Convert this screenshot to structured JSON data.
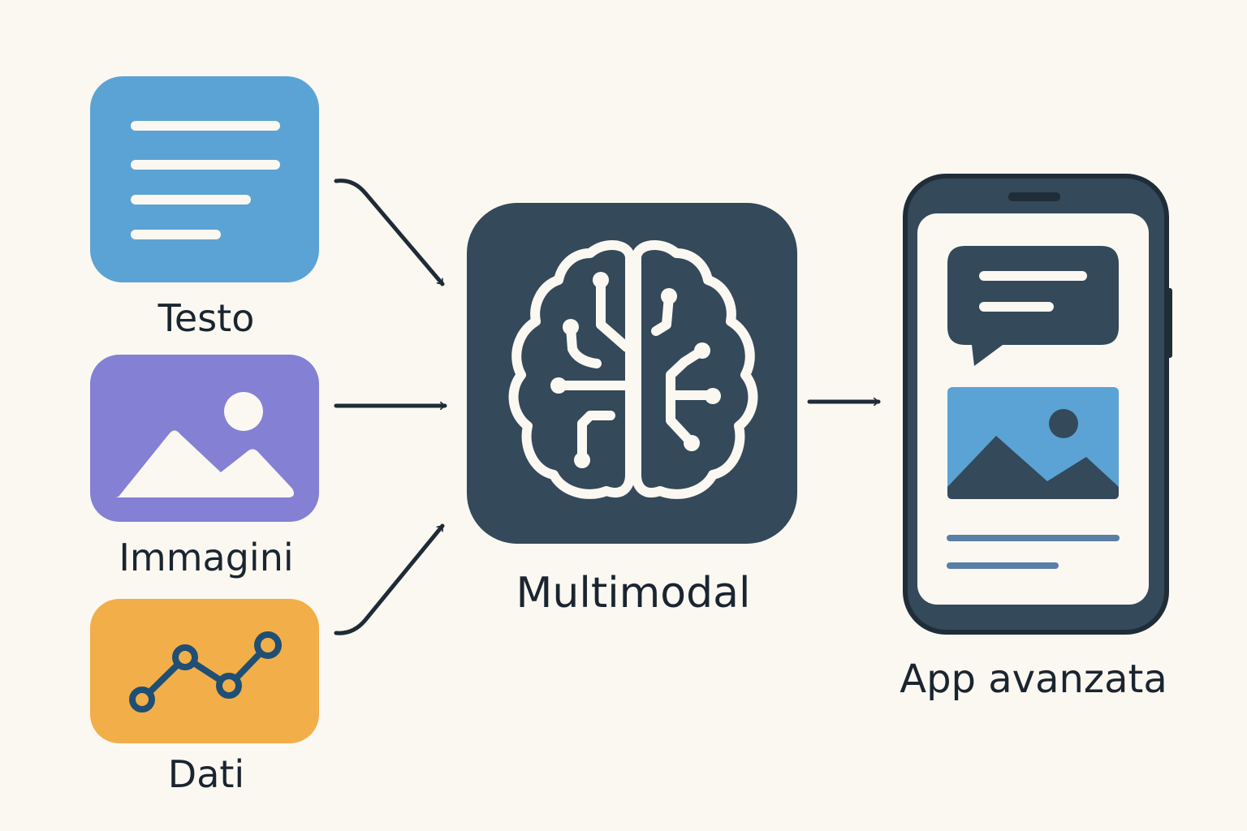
{
  "inputs": [
    {
      "label": "Testo",
      "icon": "document-lines-icon",
      "color": "#5ba3d4"
    },
    {
      "label": "Immagini",
      "icon": "image-icon",
      "color": "#8480d4"
    },
    {
      "label": "Dati",
      "icon": "line-chart-icon",
      "color": "#f2ae48"
    }
  ],
  "model": {
    "label": "Multimodal",
    "icon": "brain-circuit-icon",
    "color": "#34495a"
  },
  "output": {
    "label": "App avanzata",
    "icon": "smartphone-icon"
  },
  "colors": {
    "background": "#fbf8f2",
    "dark": "#34495a",
    "text": "#1b2530"
  }
}
